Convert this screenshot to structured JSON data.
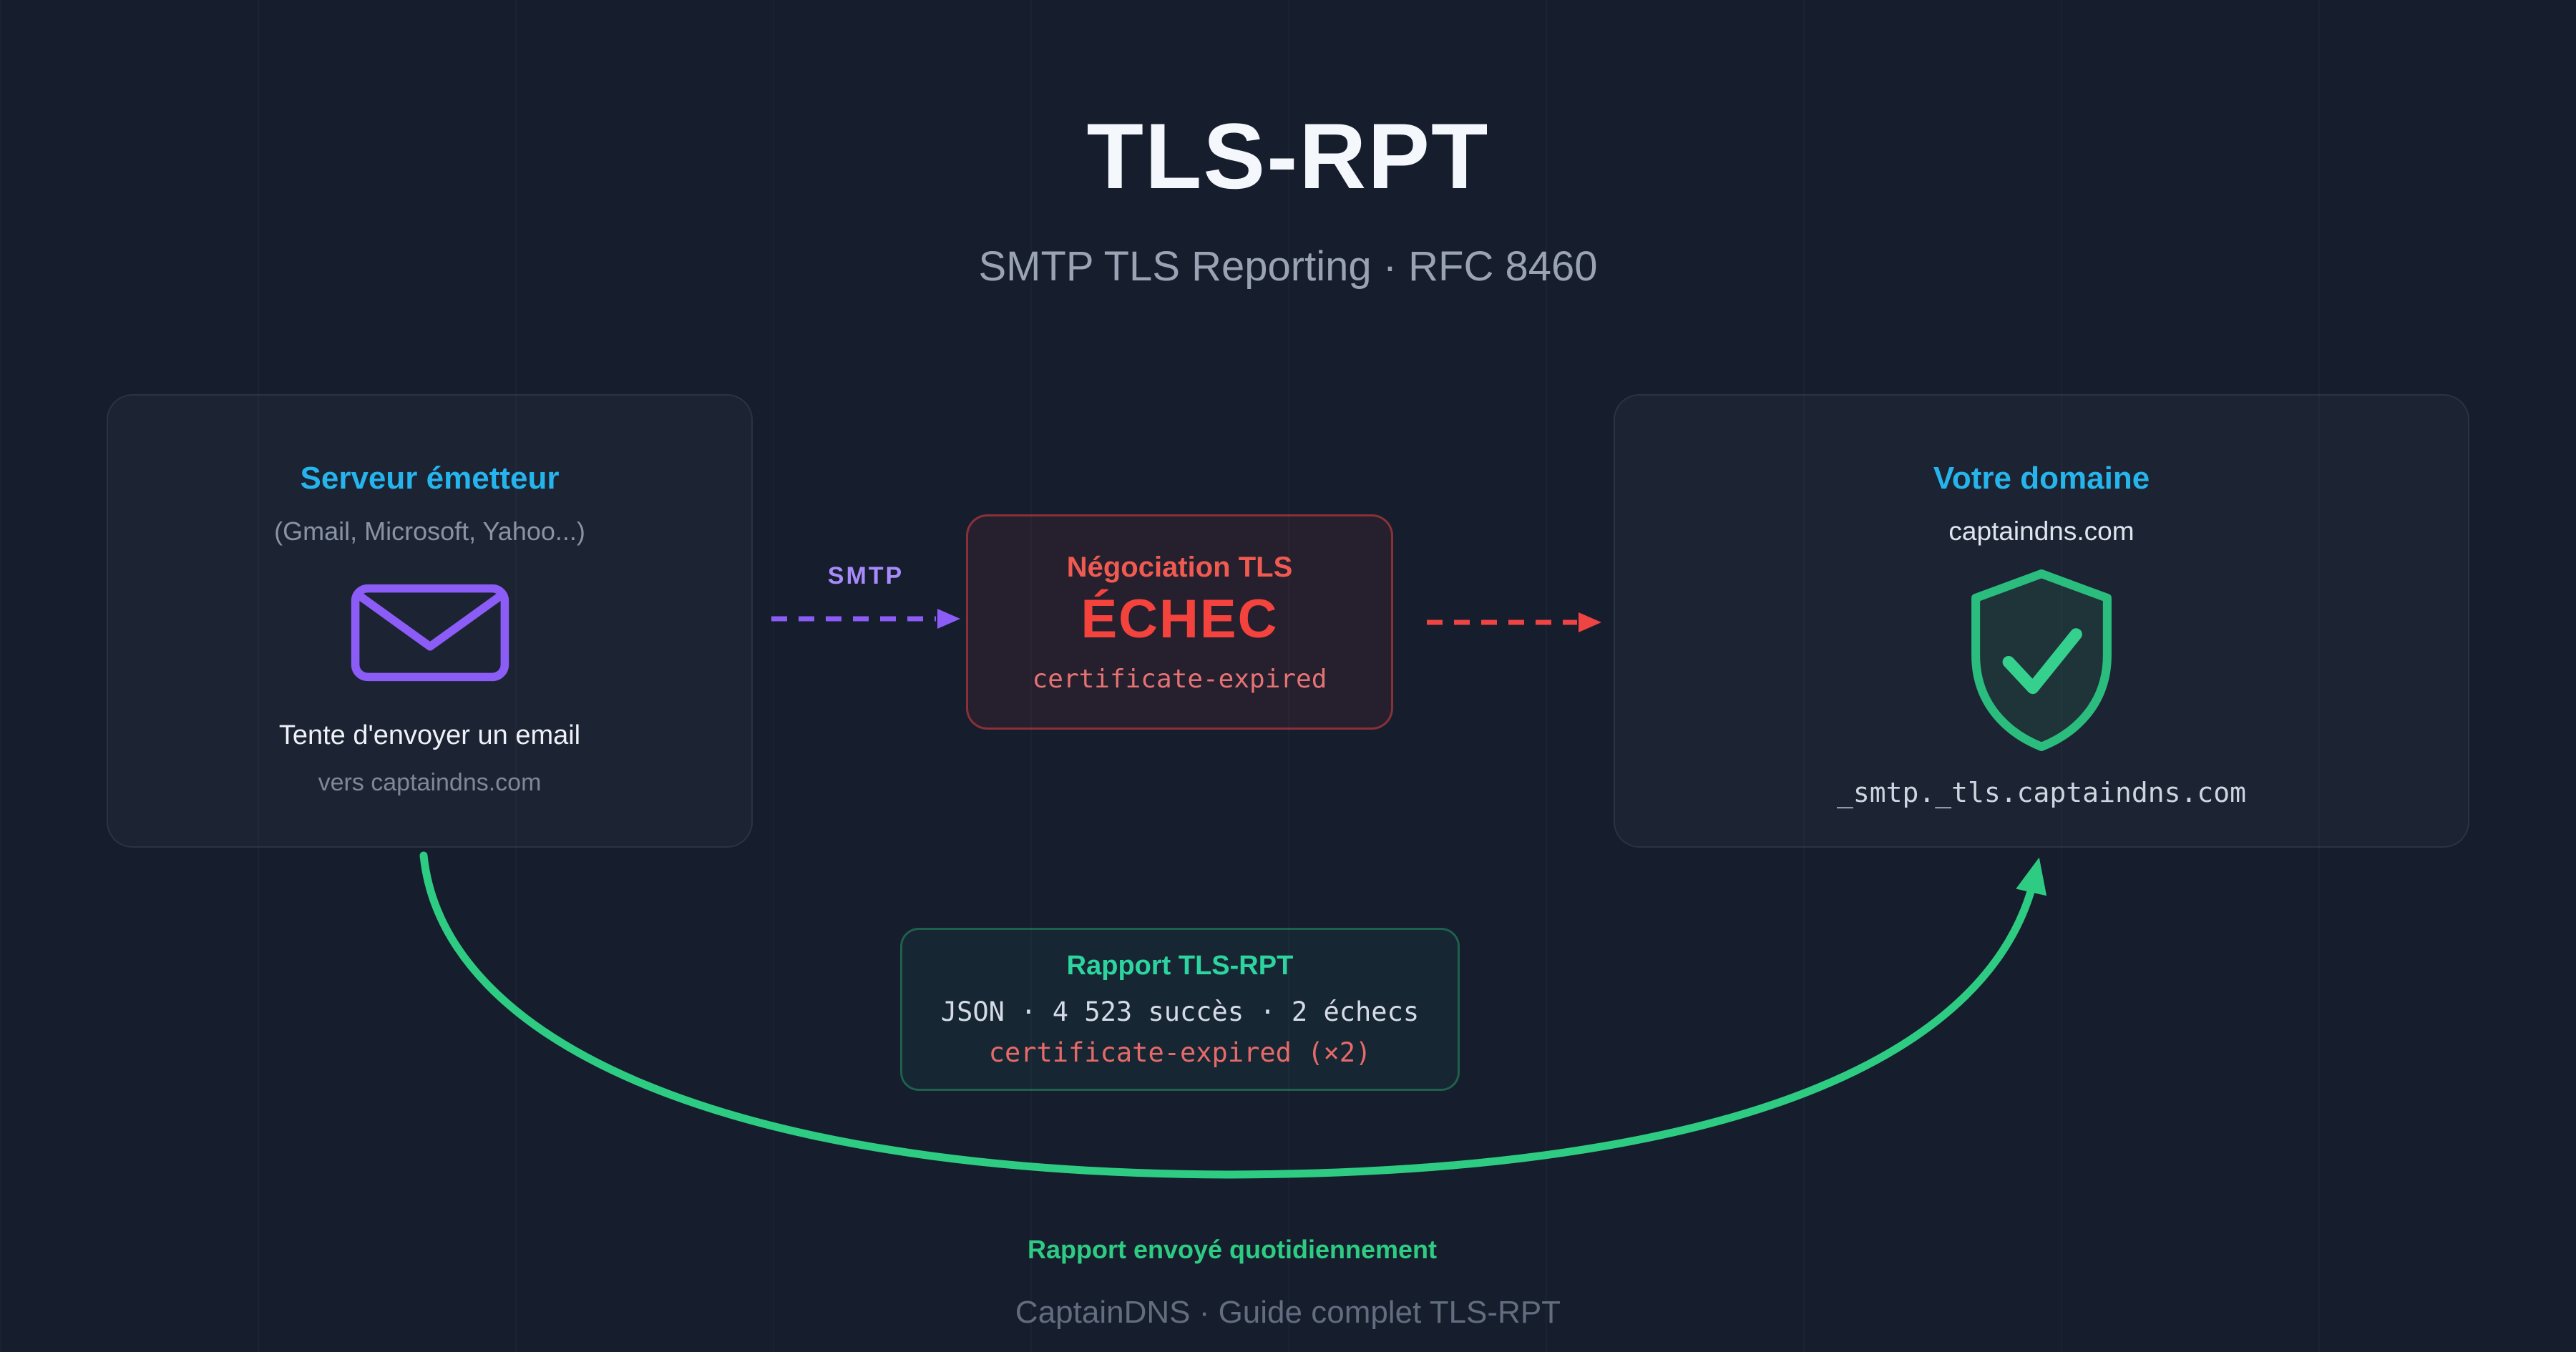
{
  "page": {
    "title": "TLS-RPT",
    "subtitle": "SMTP TLS Reporting · RFC 8460"
  },
  "sender_card": {
    "title": "Serveur émetteur",
    "subtitle": "(Gmail, Microsoft, Yahoo...)",
    "icon": "envelope-icon",
    "action": "Tente d'envoyer un email",
    "target": "vers captaindns.com"
  },
  "flow": {
    "smtp_label": "SMTP"
  },
  "failure_box": {
    "title": "Négociation TLS",
    "status": "ÉCHEC",
    "code": "certificate-expired"
  },
  "domain_card": {
    "title": "Votre domaine",
    "domain": "captaindns.com",
    "icon": "shield-check-icon",
    "record": "_smtp._tls.captaindns.com"
  },
  "report_box": {
    "title": "Rapport TLS-RPT",
    "summary": "JSON · 4 523 succès · 2 échecs",
    "detail": "certificate-expired (×2)"
  },
  "captions": {
    "daily": "Rapport envoyé quotidiennement",
    "brand": "CaptainDNS · Guide complet TLS-RPT"
  },
  "colors": {
    "background": "#161d2d",
    "cyan": "#25b4ec",
    "purple": "#8b5cf6",
    "purple_light": "#a78bfa",
    "red": "#ef4444",
    "green": "#2ecc82",
    "teal": "#2dd4a0",
    "text_light": "#eef2f8",
    "text_muted": "#8a93a6"
  }
}
